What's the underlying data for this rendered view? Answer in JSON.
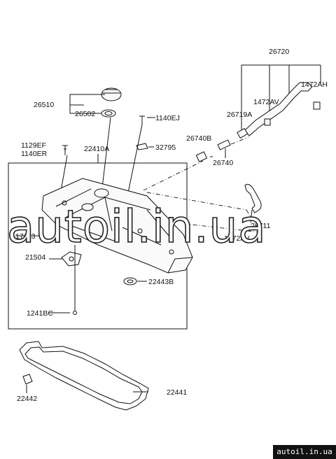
{
  "labels": {
    "p26720": "26720",
    "p1472AH": "1472AH",
    "p26510": "26510",
    "p26502": "26502",
    "p1472AV_top": "1472AV",
    "p26719A": "26719A",
    "p1140EJ": "1140EJ",
    "p26740B": "26740B",
    "p1129EF": "1129EF",
    "p1140ER": "1140ER",
    "p22410A": "22410A",
    "p32795": "32795",
    "p26740": "26740",
    "p26711": "26711",
    "p1472AV_mid": "1472AV",
    "p17113": "17113",
    "p21504": "21504",
    "p22443B": "22443B",
    "p1241BC": "1241BC",
    "p22441": "22441",
    "p22442": "22442"
  },
  "watermark": "autoil.in.ua",
  "badge": "autoil.in.ua"
}
